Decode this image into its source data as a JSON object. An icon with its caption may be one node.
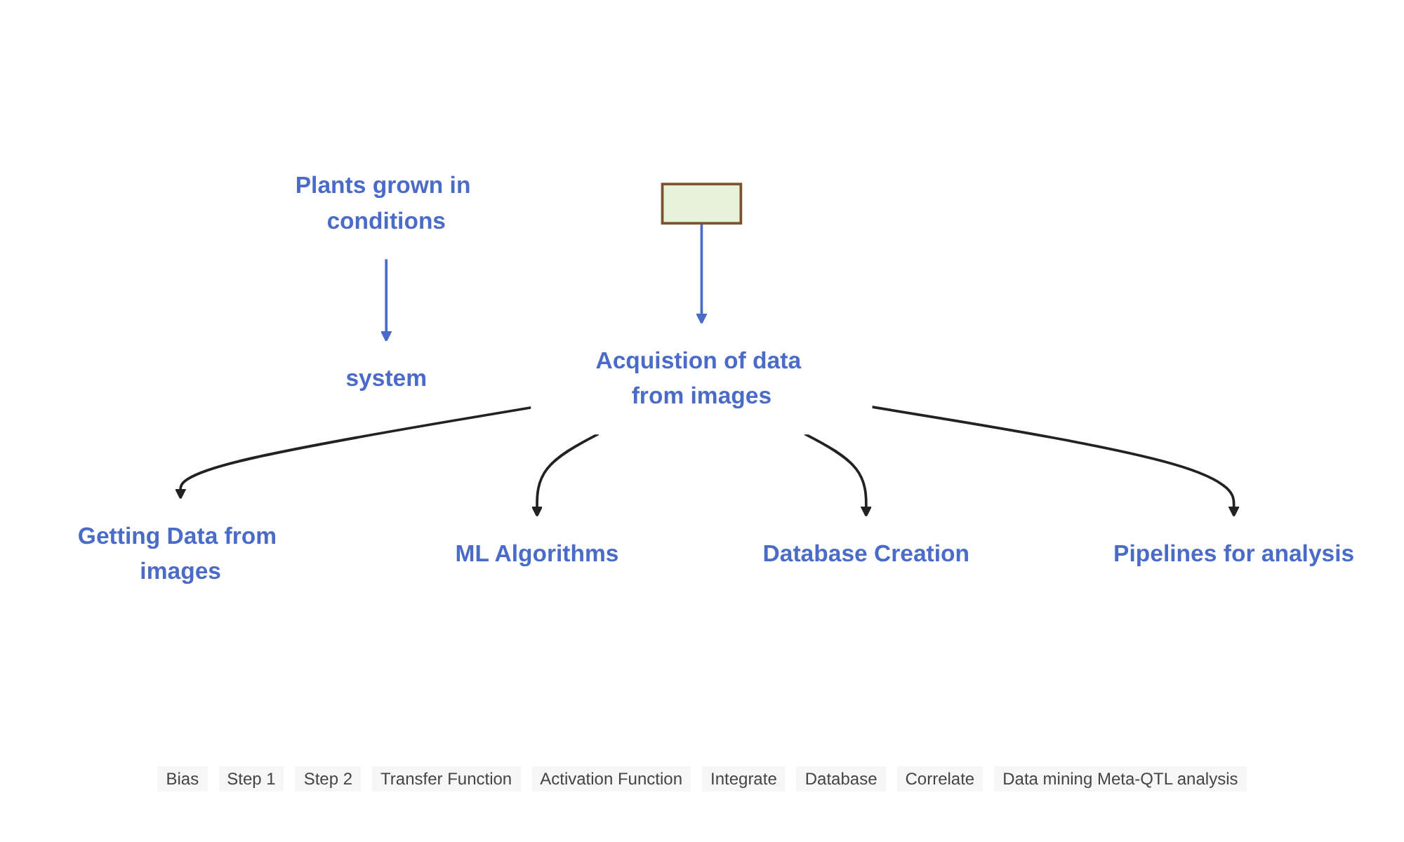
{
  "diagram": {
    "nodes": [
      {
        "text": [
          "Plants grown in conditions"
        ]
      },
      {
        "text": [
          "system"
        ]
      },
      {
        "text": [],
        "shape": "box"
      },
      {
        "text": [
          "Acquistion of data from images"
        ]
      },
      {
        "text": [
          "Getting Data from images"
        ]
      },
      {
        "text": [
          "ML Algorithms"
        ]
      },
      {
        "text": [
          "Database Creation"
        ]
      },
      {
        "text": [
          "Pipelines for analysis"
        ]
      }
    ],
    "edges": [
      {
        "from": 0,
        "to": 1,
        "arrow": "to",
        "color": "#4a6cc8"
      },
      {
        "from": 2,
        "to": 3,
        "arrow": "to",
        "color": "#4a6cc8"
      },
      {
        "from": 3,
        "to": 4,
        "arrow": "to"
      },
      {
        "from": 3,
        "to": 5,
        "arrow": "to"
      },
      {
        "from": 3,
        "to": 6,
        "arrow": "to"
      },
      {
        "from": 3,
        "to": 7,
        "arrow": "to"
      }
    ],
    "labels": [
      "Bias",
      "Step 1",
      "Step 2",
      "Transfer Function",
      "Activation Function",
      "Integrate",
      "Database",
      "Correlate",
      "Data mining Meta-QTL analysis"
    ]
  }
}
